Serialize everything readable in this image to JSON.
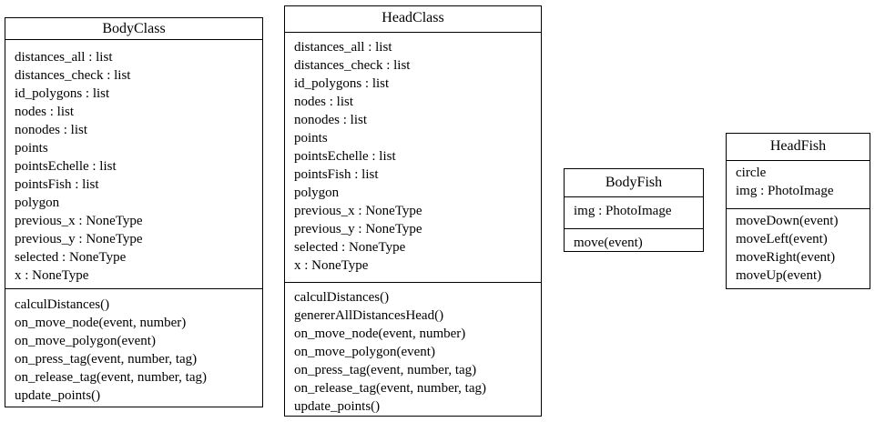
{
  "diagram": {
    "classes": [
      {
        "name": "BodyClass",
        "attributes": [
          "distances_all : list",
          "distances_check : list",
          "id_polygons : list",
          "nodes : list",
          "nonodes : list",
          "points",
          "pointsEchelle : list",
          "pointsFish : list",
          "polygon",
          "previous_x : NoneType",
          "previous_y : NoneType",
          "selected : NoneType",
          "x : NoneType"
        ],
        "methods": [
          "calculDistances()",
          "on_move_node(event, number)",
          "on_move_polygon(event)",
          "on_press_tag(event, number, tag)",
          "on_release_tag(event, number, tag)",
          "update_points()"
        ]
      },
      {
        "name": "HeadClass",
        "attributes": [
          "distances_all : list",
          "distances_check : list",
          "id_polygons : list",
          "nodes : list",
          "nonodes : list",
          "points",
          "pointsEchelle : list",
          "pointsFish : list",
          "polygon",
          "previous_x : NoneType",
          "previous_y : NoneType",
          "selected : NoneType",
          "x : NoneType"
        ],
        "methods": [
          "calculDistances()",
          "genererAllDistancesHead()",
          "on_move_node(event, number)",
          "on_move_polygon(event)",
          "on_press_tag(event, number, tag)",
          "on_release_tag(event, number, tag)",
          "update_points()"
        ]
      },
      {
        "name": "BodyFish",
        "attributes": [
          "img : PhotoImage"
        ],
        "methods": [
          "move(event)"
        ]
      },
      {
        "name": "HeadFish",
        "attributes": [
          "circle",
          "img : PhotoImage"
        ],
        "methods": [
          "moveDown(event)",
          "moveLeft(event)",
          "moveRight(event)",
          "moveUp(event)"
        ]
      }
    ]
  }
}
